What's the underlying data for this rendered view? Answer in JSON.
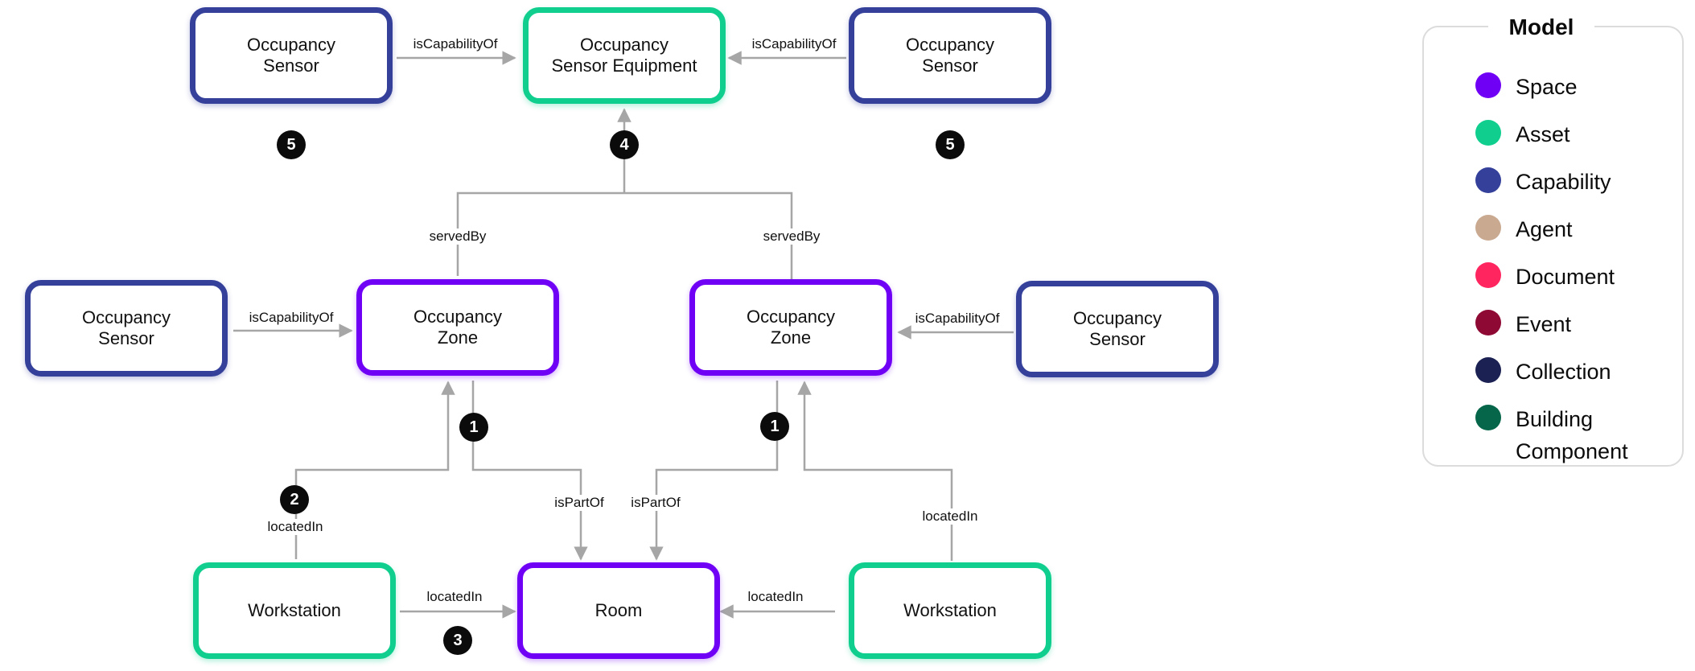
{
  "nodes": {
    "sensor_top_left": "Occupancy\nSensor",
    "sensor_equipment": "Occupancy\nSensor Equipment",
    "sensor_top_right": "Occupancy\nSensor",
    "sensor_mid_left": "Occupancy\nSensor",
    "zone_left": "Occupancy\nZone",
    "zone_right": "Occupancy\nZone",
    "sensor_mid_right": "Occupancy\nSensor",
    "workstation_left": "Workstation",
    "room": "Room",
    "workstation_right": "Workstation"
  },
  "node_types": {
    "sensor_top_left": "Capability",
    "sensor_equipment": "Asset",
    "sensor_top_right": "Capability",
    "sensor_mid_left": "Capability",
    "zone_left": "Space",
    "zone_right": "Space",
    "sensor_mid_right": "Capability",
    "workstation_left": "Asset",
    "room": "Space",
    "workstation_right": "Asset"
  },
  "edges": {
    "top_left_cap": "isCapabilityOf",
    "top_right_cap": "isCapabilityOf",
    "served_left": "servedBy",
    "served_right": "servedBy",
    "mid_left_cap": "isCapabilityOf",
    "mid_right_cap": "isCapabilityOf",
    "ws_left_located_zone": "locatedIn",
    "zone_left_part_room": "isPartOf",
    "zone_right_part_room": "isPartOf",
    "ws_right_located_zone": "locatedIn",
    "ws_left_located_room": "locatedIn",
    "ws_right_located_room": "locatedIn"
  },
  "badges": {
    "five_left": "5",
    "four": "4",
    "five_right": "5",
    "one_left": "1",
    "one_right": "1",
    "two": "2",
    "three": "3"
  },
  "legend": {
    "title": "Model",
    "items": [
      {
        "label": "Space",
        "color": "#7000f5"
      },
      {
        "label": "Asset",
        "color": "#10cf8e"
      },
      {
        "label": "Capability",
        "color": "#34409a"
      },
      {
        "label": "Agent",
        "color": "#c9a990"
      },
      {
        "label": "Document",
        "color": "#ff2660"
      },
      {
        "label": "Event",
        "color": "#8e0a35"
      },
      {
        "label": "Collection",
        "color": "#1b2152"
      },
      {
        "label": "Building Component",
        "color": "#06664a"
      }
    ]
  },
  "colors": {
    "connector": "#a6a6a6",
    "badge": "#0b0b0b"
  }
}
